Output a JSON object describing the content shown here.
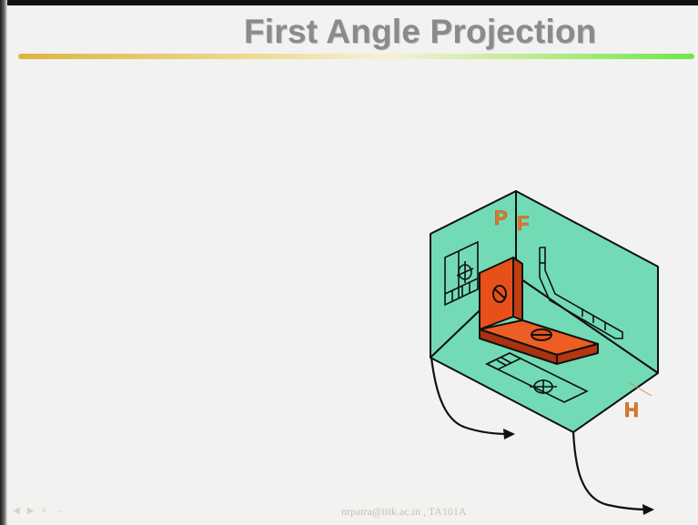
{
  "slide": {
    "title": "First Angle Projection",
    "footer": "nrpatra@iitk.ac.in , TA101A"
  },
  "labels": {
    "plane_profile": "P",
    "plane_frontal": "F",
    "plane_horizontal": "H"
  },
  "nav": {
    "icons": [
      "prev-arrow-icon",
      "next-arrow-icon",
      "menu-icon",
      "fwd-arrow-icon"
    ]
  },
  "colors": {
    "planes": "#72dbb6",
    "object": "#e8501a",
    "label": "#e07828",
    "title": "#8b8b8b"
  }
}
